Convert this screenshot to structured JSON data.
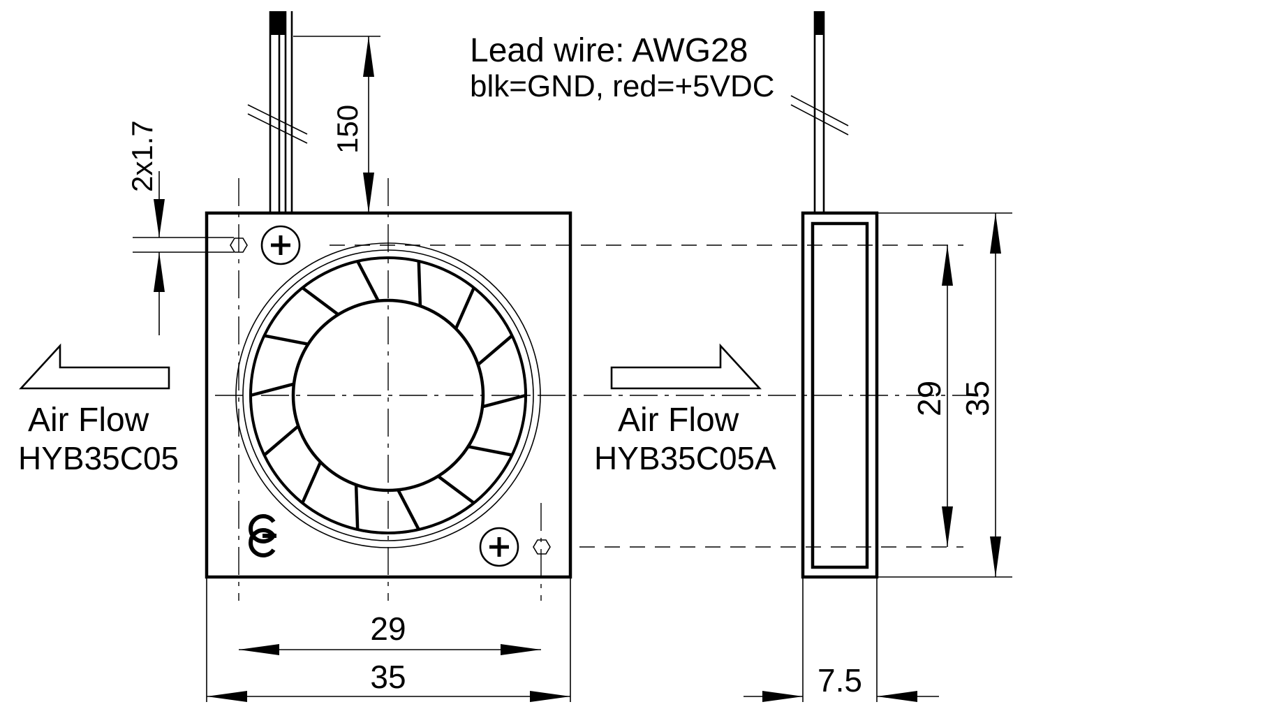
{
  "lead_wire_title": "Lead wire: AWG28",
  "lead_wire_colors": "blk=GND, red=+5VDC",
  "left_view": {
    "airflow_label": "Air Flow",
    "model": "HYB35C05",
    "wire_length": "150",
    "hole_spec": "2x1.7",
    "hole_spacing": "29",
    "overall_width": "35",
    "ce_mark": "CE"
  },
  "right_view": {
    "airflow_label": "Air Flow",
    "model": "HYB35C05A",
    "hole_spacing": "29",
    "overall_height": "35",
    "thickness": "7.5"
  },
  "icons": [
    "screw-plus-icon",
    "airflow-arrow-left-icon",
    "airflow-arrow-right-icon",
    "ce-mark-icon"
  ]
}
